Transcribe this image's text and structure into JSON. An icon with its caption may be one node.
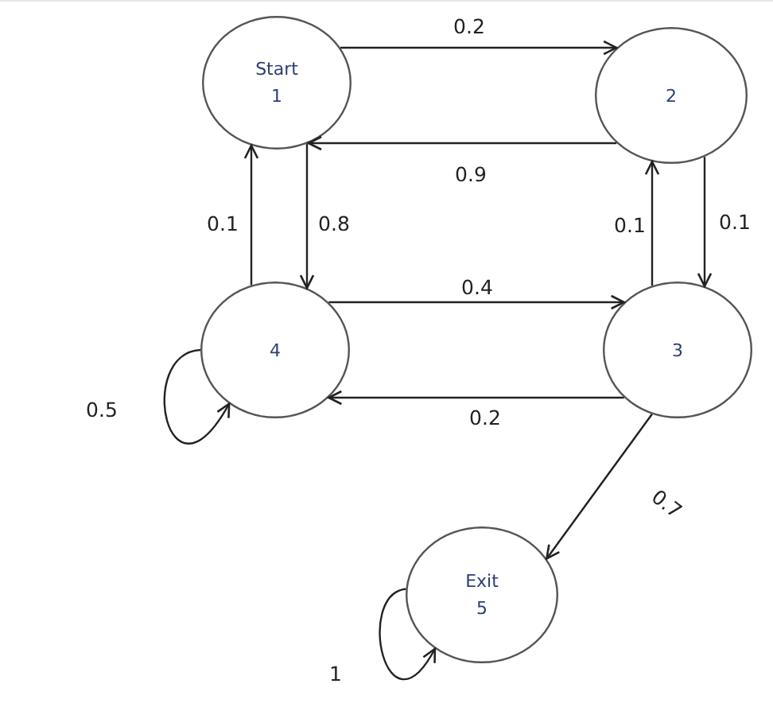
{
  "diagram": {
    "nodes": [
      {
        "text": [
          "Start",
          "1"
        ]
      },
      {
        "text": [
          "2"
        ]
      },
      {
        "text": [
          "4"
        ]
      },
      {
        "text": [
          "3"
        ]
      },
      {
        "text": [
          "Exit",
          "5"
        ]
      }
    ],
    "edges": [
      {
        "from": 0,
        "to": 1,
        "arrow": "to",
        "label": "0.2"
      },
      {
        "from": 1,
        "to": 0,
        "arrow": "to",
        "label": "0.9"
      },
      {
        "from": 2,
        "to": 0,
        "arrow": "to",
        "label": "0.1"
      },
      {
        "from": 0,
        "to": 2,
        "arrow": "to",
        "label": "0.8"
      },
      {
        "from": 3,
        "to": 1,
        "arrow": "to",
        "label": "0.1"
      },
      {
        "from": 1,
        "to": 3,
        "arrow": "to",
        "label": "0.1"
      },
      {
        "from": 2,
        "to": 3,
        "arrow": "to",
        "label": "0.4"
      },
      {
        "from": 3,
        "to": 2,
        "arrow": "to",
        "label": "0.2"
      },
      {
        "from": 3,
        "to": 4,
        "arrow": "to",
        "label": "0.7"
      },
      {
        "from": 2,
        "to": 2,
        "arrow": "to",
        "label": "0.5"
      },
      {
        "from": 4,
        "to": 4,
        "arrow": "to",
        "label": "1"
      }
    ]
  }
}
